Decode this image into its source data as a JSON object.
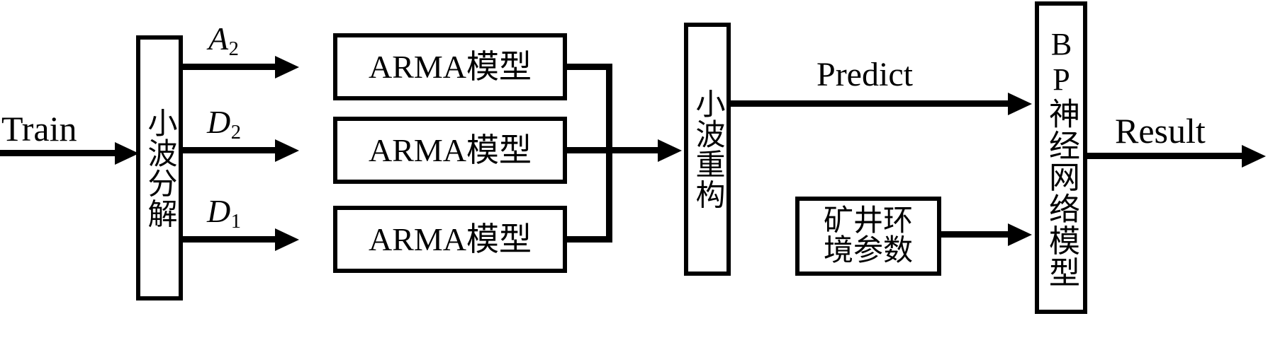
{
  "diagram": {
    "title": "Wavelet-ARMA-BP hybrid prediction flowchart",
    "line_color": "#000000",
    "background_color": "#ffffff",
    "nodes": {
      "wavelet_decomposition": "小波分解",
      "arma_model_1": "ARMA模型",
      "arma_model_2": "ARMA模型",
      "arma_model_3": "ARMA模型",
      "wavelet_reconstruction": "小波重构",
      "mine_env_params": "矿井环\n境参数",
      "bp_network_model": "BP神经网络模型"
    },
    "edge_labels": {
      "train": "Train",
      "a2_base": "A",
      "a2_sub": "2",
      "d2_base": "D",
      "d2_sub": "2",
      "d1_base": "D",
      "d1_sub": "1",
      "predict": "Predict",
      "result": "Result"
    }
  }
}
